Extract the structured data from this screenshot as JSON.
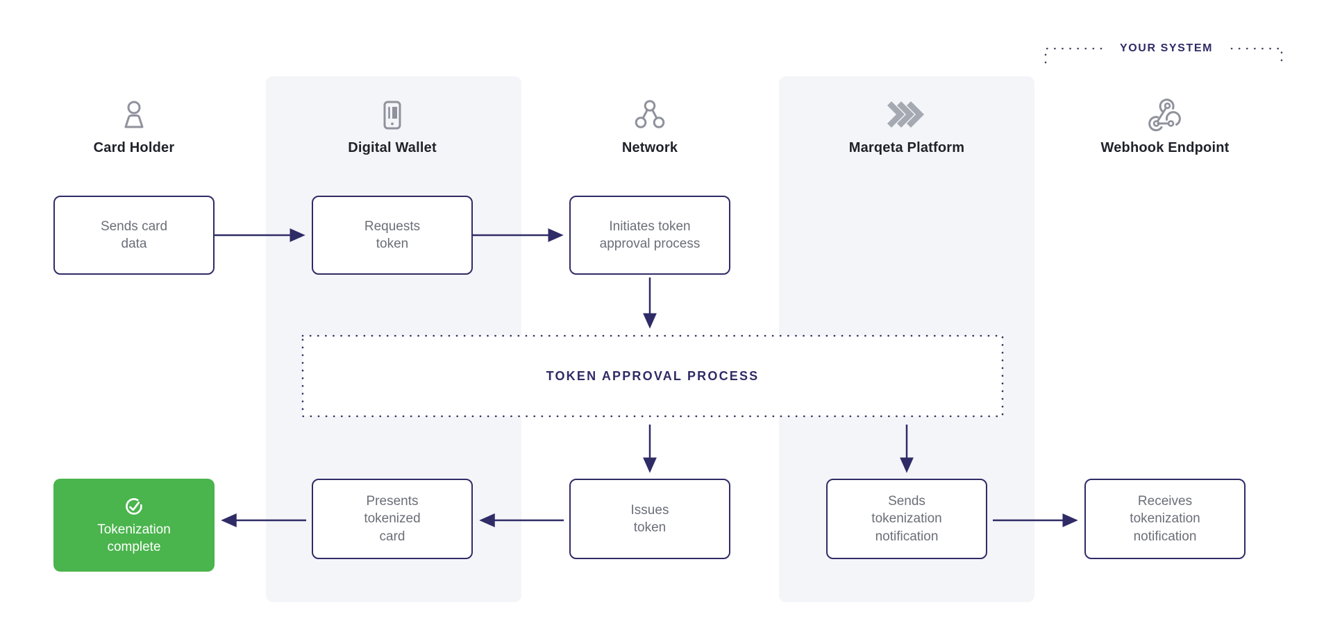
{
  "your_system_tag": {
    "label": "YOUR SYSTEM"
  },
  "columns": [
    {
      "label": "Card Holder",
      "icon": "person-icon",
      "highlighted": false
    },
    {
      "label": "Digital Wallet",
      "icon": "mobile-wallet-icon",
      "highlighted": true
    },
    {
      "label": "Network",
      "icon": "network-nodes-icon",
      "highlighted": false
    },
    {
      "label": "Marqeta Platform",
      "icon": "marqeta-chevrons-icon",
      "highlighted": true
    },
    {
      "label": "Webhook Endpoint",
      "icon": "webhook-icon",
      "highlighted": false
    }
  ],
  "flow_boxes": {
    "sends_card_data": {
      "lines": [
        "Sends card",
        "data"
      ]
    },
    "requests_token": {
      "lines": [
        "Requests",
        "token"
      ]
    },
    "initiates_token_approval": {
      "lines": [
        "Initiates token",
        "approval process"
      ]
    },
    "token_approval_process": {
      "label": "TOKEN APPROVAL PROCESS"
    },
    "issues_token": {
      "lines": [
        "Issues",
        "token"
      ]
    },
    "presents_tokenized_card": {
      "lines": [
        "Presents",
        "tokenized",
        "card"
      ]
    },
    "sends_tokenization_notification": {
      "lines": [
        "Sends",
        "tokenization",
        "notification"
      ]
    },
    "receives_tokenization_notification": {
      "lines": [
        "Receives",
        "tokenization",
        "notification"
      ]
    },
    "tokenization_complete": {
      "lines": [
        "Tokenization",
        "complete"
      ],
      "icon": "check-circle-icon"
    }
  },
  "colors": {
    "arrow_navy": "#2f2b66",
    "box_border_navy": "#2f2b66",
    "box_text_gray": "#6b6e78",
    "header_text": "#20222a",
    "column_band_gray": "#f4f5f8",
    "success_green": "#4ab44d",
    "icon_gray": "#8f929c"
  }
}
